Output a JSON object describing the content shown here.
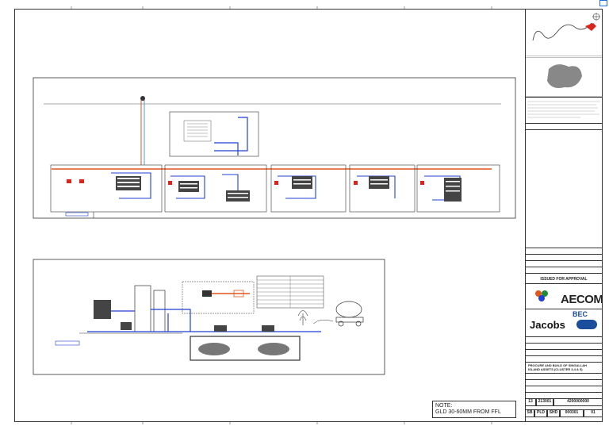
{
  "note": {
    "line1": "NOTE:",
    "line2": "GLD 30-60MM FROM FFL"
  },
  "title_block": {
    "issued": "ISSUED FOR APPROVAL",
    "aecom": "AECOM",
    "jacobs": "Jacobs",
    "bec": "BEC",
    "project_line1": "PROCURE AND BUILD OF SINGALLAH",
    "project_line2": "ISLAND ASSETS (CLUSTER 3,4 & 5)",
    "bottom_row": [
      "SB",
      "PLD",
      "SHD",
      "000301",
      "01"
    ],
    "number_row": [
      "13",
      "213001",
      "4200000000"
    ]
  },
  "colors": {
    "pipe_blue": "#1f3fd6",
    "pipe_orange": "#e0571b",
    "pipe_red": "#d9261c",
    "pipe_lightblue": "#6fa8dc",
    "line": "#333333"
  },
  "icons": [
    "compass-icon",
    "location-map-icon",
    "tank-truck-icon",
    "tree-icon"
  ]
}
